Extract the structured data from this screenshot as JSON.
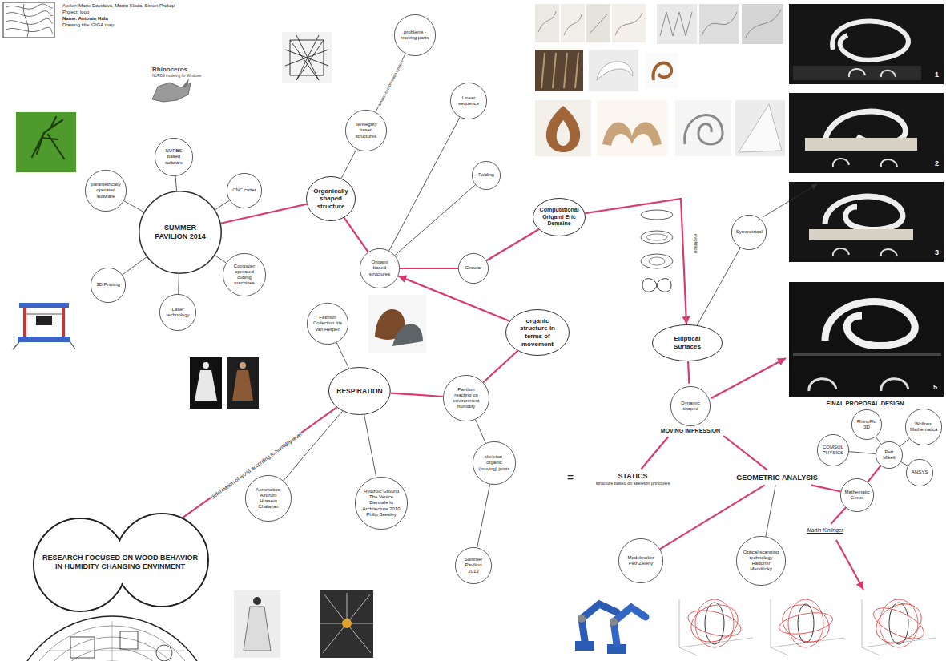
{
  "diagram": {
    "nodes": [
      {
        "text": [
          "SUMMER PAVILION 2014"
        ]
      },
      {
        "text": [
          "NURBS based software"
        ]
      },
      {
        "text": [
          "parametrically operated software"
        ]
      },
      {
        "text": [
          "CNC cutter"
        ]
      },
      {
        "text": [
          "Computer operated cutting machines"
        ]
      },
      {
        "text": [
          "Laser technology"
        ]
      },
      {
        "text": [
          "3D Printing"
        ]
      },
      {
        "text": [
          "Organically shaped structure"
        ]
      },
      {
        "text": [
          "Tensegrity based structures"
        ]
      },
      {
        "text": [
          "problems - moving parts"
        ]
      },
      {
        "text": [
          "Linear sequence"
        ]
      },
      {
        "text": [
          "Folding"
        ]
      },
      {
        "text": [
          "Origami based structures"
        ]
      },
      {
        "text": [
          "Circular"
        ]
      },
      {
        "text": [
          "Computational Origami Eric Demaine"
        ]
      },
      {
        "text": [
          "Elliptical Surfaces"
        ]
      },
      {
        "text": [
          "Symmetrical"
        ]
      },
      {
        "text": [
          "organic structure in terms of movement"
        ]
      },
      {
        "text": [
          "Pavilion reacting on environment humidity"
        ]
      },
      {
        "text": [
          "RESPIRATION"
        ]
      },
      {
        "text": [
          "Fashion Collection Iris Van Herpen"
        ]
      },
      {
        "text": [
          "Aeromatics: Airdrum Hussein Chalayan"
        ]
      },
      {
        "text": [
          "Hylozoic Ground The Venice Biennale in Architecture 2010 Philip Beesley"
        ]
      },
      {
        "text": [
          "skeleton-organic (moving) joints"
        ]
      },
      {
        "text": [
          "Summer Pavilion 2013"
        ]
      },
      {
        "text": [
          "RESEARCH FOCUSED ON WOOD BEHAVIOR IN HUMIDITY CHANGING ENVINMENT"
        ]
      },
      {
        "text": [
          "Dynamic shaped",
          "MOVING IMPRESSION"
        ]
      },
      {
        "text": [
          "STATICS",
          "structure based on skeleton principles"
        ]
      },
      {
        "text": [
          "GEOMETRIC ANALYSIS"
        ]
      },
      {
        "text": [
          "Modelmaker Petr Zelený"
        ]
      },
      {
        "text": [
          "Optical scanning technology Radomír Mendřický"
        ]
      },
      {
        "text": [
          "Mathematic Genet"
        ]
      },
      {
        "text": [
          "Petr Mikeš"
        ]
      },
      {
        "text": [
          "RhinoFlo 3D"
        ]
      },
      {
        "text": [
          "Wolfram Mathematica"
        ]
      },
      {
        "text": [
          "COMSOL PHYSICS"
        ]
      },
      {
        "text": [
          "ANSYS"
        ]
      },
      {
        "text": [
          "Martin Kinlinger"
        ]
      }
    ],
    "edges": [
      {
        "from": 0,
        "to": 7,
        "arrow": "none"
      },
      {
        "from": 0,
        "to": 1,
        "arrow": "none"
      },
      {
        "from": 0,
        "to": 2,
        "arrow": "none"
      },
      {
        "from": 0,
        "to": 3,
        "arrow": "none"
      },
      {
        "from": 0,
        "to": 4,
        "arrow": "none"
      },
      {
        "from": 0,
        "to": 5,
        "arrow": "none"
      },
      {
        "from": 0,
        "to": 6,
        "arrow": "none"
      },
      {
        "from": 7,
        "to": 8,
        "arrow": "none"
      },
      {
        "from": 8,
        "to": 9,
        "arrow": "none",
        "label": "tension-compression system"
      },
      {
        "from": 7,
        "to": 12,
        "arrow": "none"
      },
      {
        "from": 12,
        "to": 10,
        "arrow": "none"
      },
      {
        "from": 12,
        "to": 11,
        "arrow": "none"
      },
      {
        "from": 12,
        "to": 13,
        "arrow": "none"
      },
      {
        "from": 13,
        "to": 14,
        "arrow": "none"
      },
      {
        "from": 14,
        "to": 15,
        "arrow": "to"
      },
      {
        "from": 17,
        "to": 12,
        "arrow": "to"
      },
      {
        "from": 17,
        "to": 18,
        "arrow": "none"
      },
      {
        "from": 18,
        "to": 19,
        "arrow": "none"
      },
      {
        "from": 19,
        "to": 25,
        "arrow": "none",
        "label": "deformation of wood according to humidity level"
      },
      {
        "from": 19,
        "to": 20,
        "arrow": "none"
      },
      {
        "from": 19,
        "to": 21,
        "arrow": "none"
      },
      {
        "from": 19,
        "to": 22,
        "arrow": "none"
      },
      {
        "from": 18,
        "to": 23,
        "arrow": "none"
      },
      {
        "from": 23,
        "to": 24,
        "arrow": "none"
      },
      {
        "from": 15,
        "to": 16,
        "arrow": "none"
      },
      {
        "from": 15,
        "to": 26,
        "arrow": "none"
      },
      {
        "from": 26,
        "to": 27,
        "arrow": "none"
      },
      {
        "from": 26,
        "to": 28,
        "arrow": "none"
      },
      {
        "from": 28,
        "to": 29,
        "arrow": "none"
      },
      {
        "from": 28,
        "to": 30,
        "arrow": "none"
      },
      {
        "from": 28,
        "to": 31,
        "arrow": "none"
      },
      {
        "from": 31,
        "to": 32,
        "arrow": "none"
      },
      {
        "from": 32,
        "to": 33,
        "arrow": "none"
      },
      {
        "from": 32,
        "to": 34,
        "arrow": "none"
      },
      {
        "from": 32,
        "to": 35,
        "arrow": "none"
      },
      {
        "from": 32,
        "to": 36,
        "arrow": "none"
      },
      {
        "from": 31,
        "to": 37,
        "arrow": "none"
      }
    ],
    "labels": [
      "Atelier: Marie Davidová, Martin Kloda, Simon Prokop",
      "Project: loop",
      "Name: Antonín Hála",
      "Drawing title: GIGA map",
      "Rhinoceros",
      "NURBS modeling for Windows",
      "evolution",
      "1",
      "2",
      "3",
      "5",
      "FINAL PROPOSAL DESIGN",
      "="
    ]
  }
}
